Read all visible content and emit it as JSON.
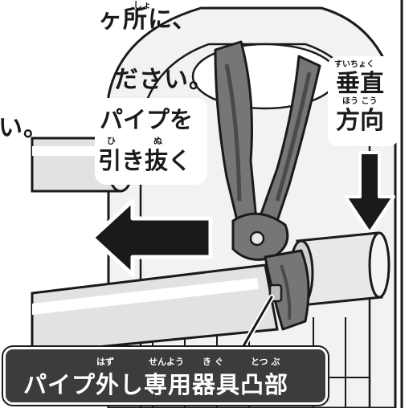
{
  "instruction_text": {
    "line1": "ヶ所に、",
    "line1_ruby": "しょ",
    "line2": "ださい。",
    "line3": "い。"
  },
  "pull_label": {
    "line1": "パイプを",
    "line2": "引き抜く",
    "ruby_hi": "ひ",
    "ruby_nu": "ぬ"
  },
  "vertical_label": {
    "ruby1": "すいちょく",
    "kanji1": "垂直",
    "ruby2": "ほう こう",
    "kanji2": "方向"
  },
  "caption": {
    "text": "パイプ外し専用器具凸部",
    "ruby_hazu": "はず",
    "ruby_senyou": "せんよう",
    "ruby_kigu": "き ぐ",
    "ruby_totsubu": "とつ ぶ"
  },
  "colors": {
    "clip": "#767676",
    "clip_dark": "#4a4a4a",
    "pipe": "#e2e2e2",
    "outline": "#1a1a1a",
    "caption_bg": "#3c3c3c"
  }
}
